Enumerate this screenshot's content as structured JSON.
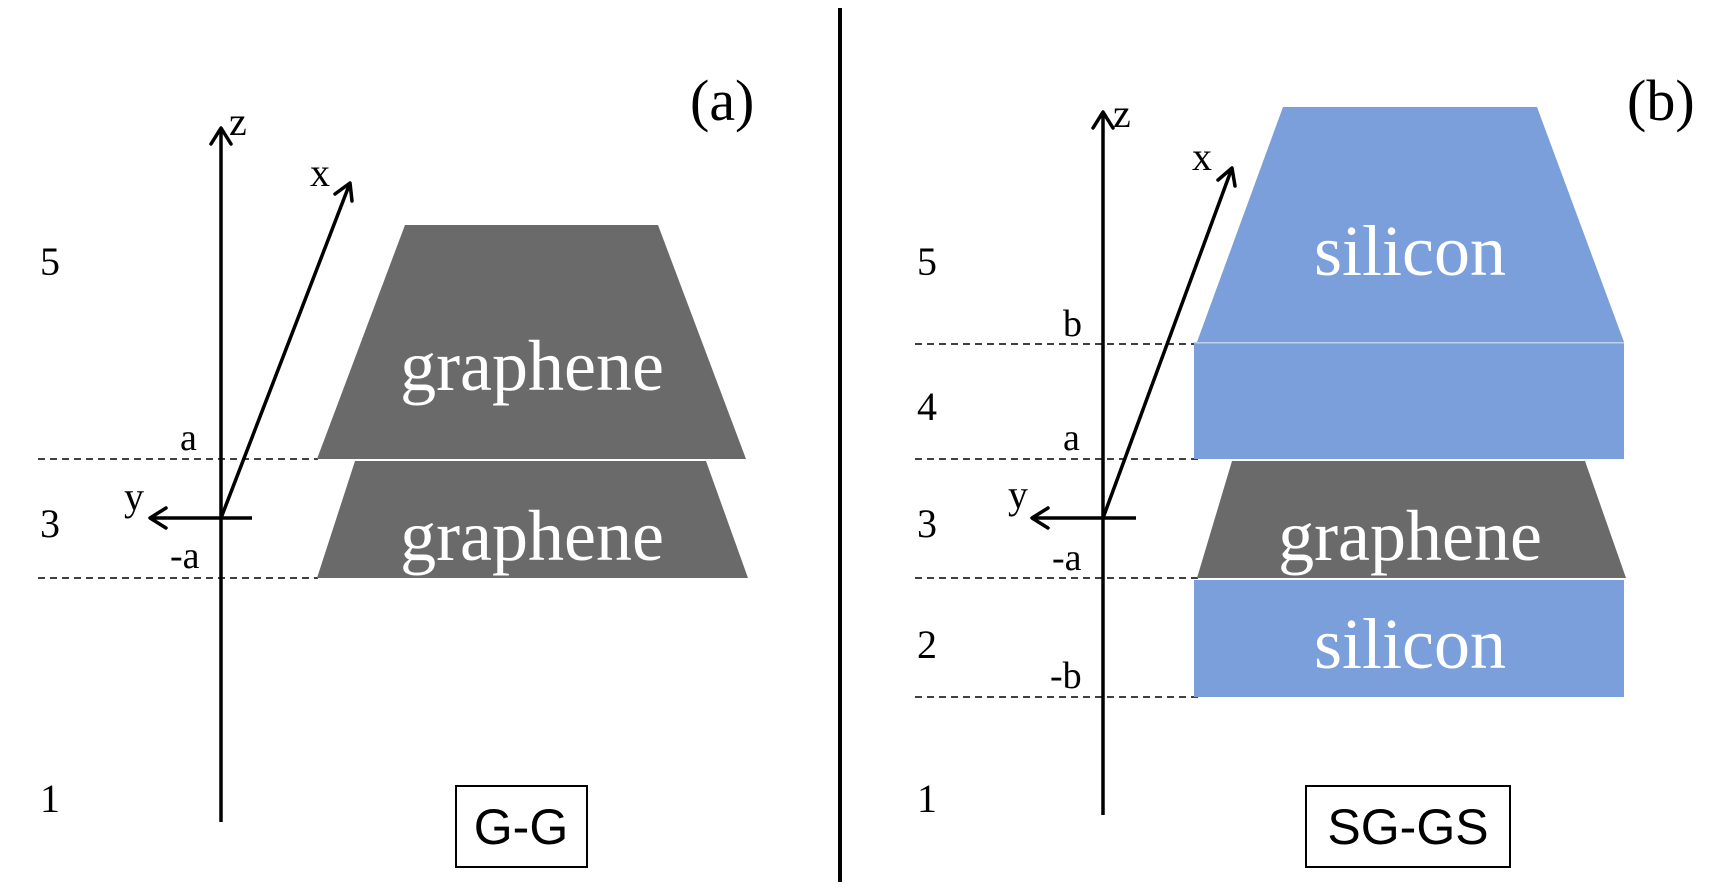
{
  "colors": {
    "graphene": "#6a6a6a",
    "silicon": "#7b9fdb",
    "material_text": "#ffffff"
  },
  "panel_a": {
    "panel_label": "(a)",
    "axis_z": "z",
    "axis_x": "x",
    "axis_y": "y",
    "region_numbers": [
      "5",
      "3",
      "1"
    ],
    "boundary_labels": [
      "a",
      "-a"
    ],
    "layers": [
      {
        "material": "graphene",
        "label": "graphene"
      },
      {
        "material": "graphene",
        "label": "graphene"
      }
    ],
    "configuration_label": "G-G"
  },
  "panel_b": {
    "panel_label": "(b)",
    "axis_z": "z",
    "axis_x": "x",
    "axis_y": "y",
    "region_numbers": [
      "5",
      "4",
      "3",
      "2",
      "1"
    ],
    "boundary_labels": [
      "b",
      "a",
      "-a",
      "-b"
    ],
    "layers": [
      {
        "material": "silicon",
        "label": "silicon"
      },
      {
        "material": "silicon",
        "label": ""
      },
      {
        "material": "graphene",
        "label": "graphene"
      },
      {
        "material": "silicon",
        "label": "silicon"
      }
    ],
    "configuration_label": "SG-GS"
  }
}
